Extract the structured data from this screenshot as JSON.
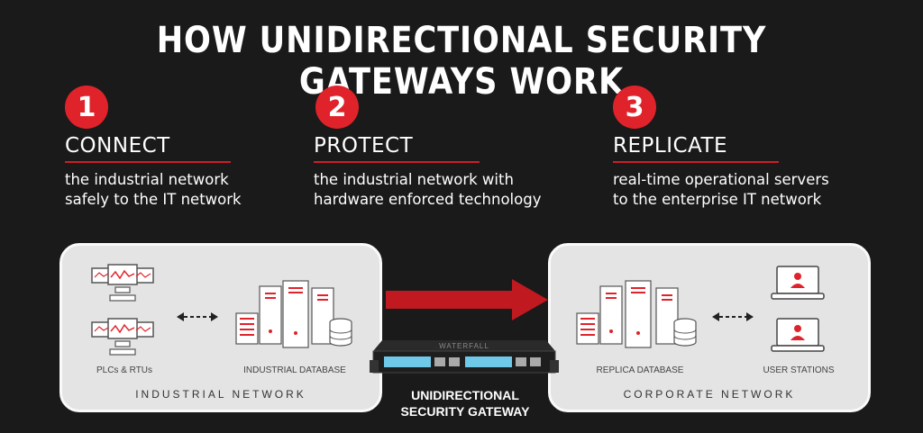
{
  "title": "HOW UNIDIRECTIONAL SECURITY GATEWAYS WORK",
  "steps": [
    {
      "number": "1",
      "heading": "CONNECT",
      "description_lines": [
        "the industrial network",
        "safely to the IT network"
      ]
    },
    {
      "number": "2",
      "heading": "PROTECT",
      "description_lines": [
        "the industrial network with",
        "hardware enforced technology"
      ]
    },
    {
      "number": "3",
      "heading": "REPLICATE",
      "description_lines": [
        "real-time operational servers",
        "to the enterprise IT network"
      ]
    }
  ],
  "industrial_panel": {
    "caption": "INDUSTRIAL NETWORK",
    "plcs_label": "PLCs & RTUs",
    "database_label": "INDUSTRIAL DATABASE"
  },
  "corporate_panel": {
    "caption": "CORPORATE NETWORK",
    "replica_label": "REPLICA DATABASE",
    "stations_label": "USER STATIONS"
  },
  "gateway": {
    "label_lines": [
      "UNIDIRECTIONAL",
      "SECURITY GATEWAY"
    ],
    "brand": "WATERFALL"
  },
  "colors": {
    "background": "#1a1a1a",
    "accent": "#e0232a",
    "panel": "#e4e4e4"
  }
}
